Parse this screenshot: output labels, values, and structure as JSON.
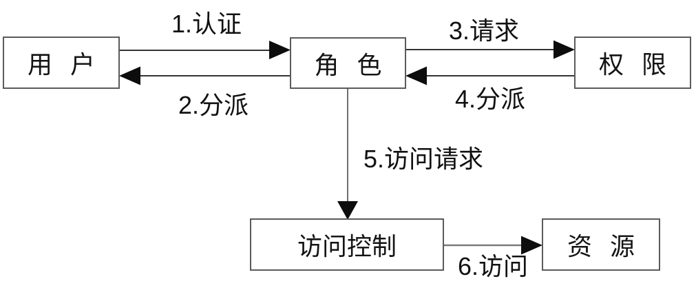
{
  "diagram": {
    "description": "RBAC access control flow diagram",
    "nodes": [
      {
        "id": "user",
        "label": "用 户"
      },
      {
        "id": "role",
        "label": "角 色"
      },
      {
        "id": "permission",
        "label": "权 限"
      },
      {
        "id": "access_control",
        "label": "访问控制"
      },
      {
        "id": "resource",
        "label": "资 源"
      }
    ],
    "edges": [
      {
        "num": "1",
        "label": "1.认证",
        "from": "user",
        "to": "role"
      },
      {
        "num": "2",
        "label": "2.分派",
        "from": "role",
        "to": "user"
      },
      {
        "num": "3",
        "label": "3.请求",
        "from": "role",
        "to": "permission"
      },
      {
        "num": "4",
        "label": "4.分派",
        "from": "permission",
        "to": "role"
      },
      {
        "num": "5",
        "label": "5.访问请求",
        "from": "role",
        "to": "access_control"
      },
      {
        "num": "6",
        "label": "6.访问",
        "from": "access_control",
        "to": "resource"
      }
    ],
    "colors": {
      "background": "#ffffff",
      "box_border": "#5a5a5a",
      "text": "#141414",
      "line_dark": "#333333",
      "line_gray": "#6e6e6e",
      "arrowhead": "#0d0d0d"
    }
  }
}
